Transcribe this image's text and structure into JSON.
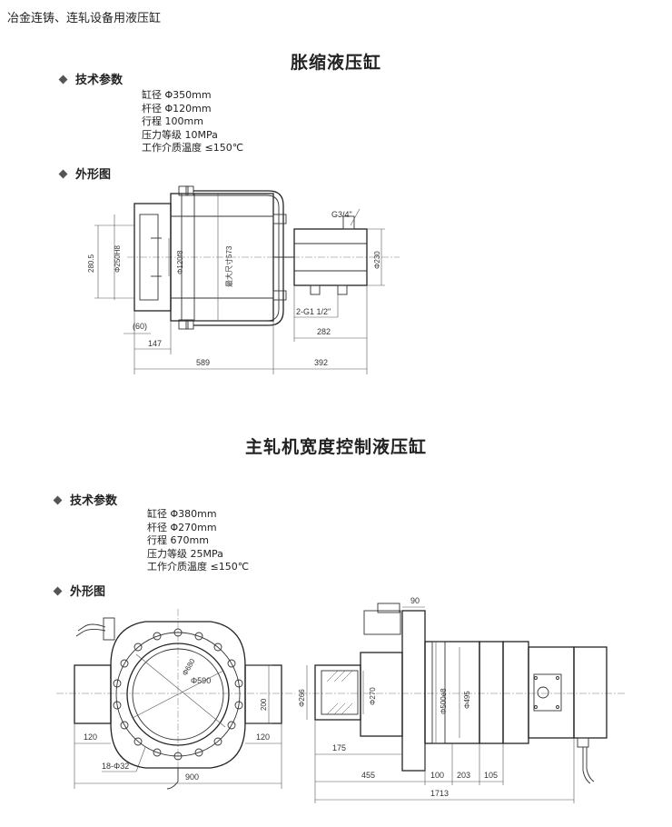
{
  "header": {
    "text": "冶金连铸、连轧设备用液压缸"
  },
  "section1": {
    "title": "胀缩液压缸",
    "params_label": "技术参数",
    "params": [
      "缸径 Φ350mm",
      "杆径 Φ120mm",
      "行程 100mm",
      "压力等级 10MPa",
      "工作介质温度 ≤150℃"
    ],
    "drawing_label": "外形图",
    "dims": {
      "h280": "280.5",
      "d250": "Φ250H8",
      "d120": "Φ120f8",
      "max573": "最大尺寸573",
      "g34": "G3/4\"",
      "d230": "Φ230",
      "g1": "2-G1 1/2\"",
      "l282": "282",
      "l60": "(60)",
      "l147": "147",
      "l589": "589",
      "l392": "392"
    }
  },
  "section2": {
    "title": "主轧机宽度控制液压缸",
    "params_label": "技术参数",
    "params": [
      "缸径 Φ380mm",
      "杆径 Φ270mm",
      "行程 670mm",
      "压力等级 25MPa",
      "工作介质温度 ≤150℃"
    ],
    "drawing_label": "外形图",
    "dims": {
      "d680": "Φ680",
      "d590": "Φ590",
      "h200": "200",
      "l120a": "120",
      "l120b": "120",
      "holes": "18-Φ32",
      "l900": "900",
      "l90": "90",
      "d266": "Φ266",
      "d270": "Φ270",
      "d500": "Φ500e8",
      "d495": "Φ495",
      "l175": "175",
      "l455": "455",
      "l100": "100",
      "l203": "203",
      "l105": "105",
      "l1713": "1713"
    }
  }
}
